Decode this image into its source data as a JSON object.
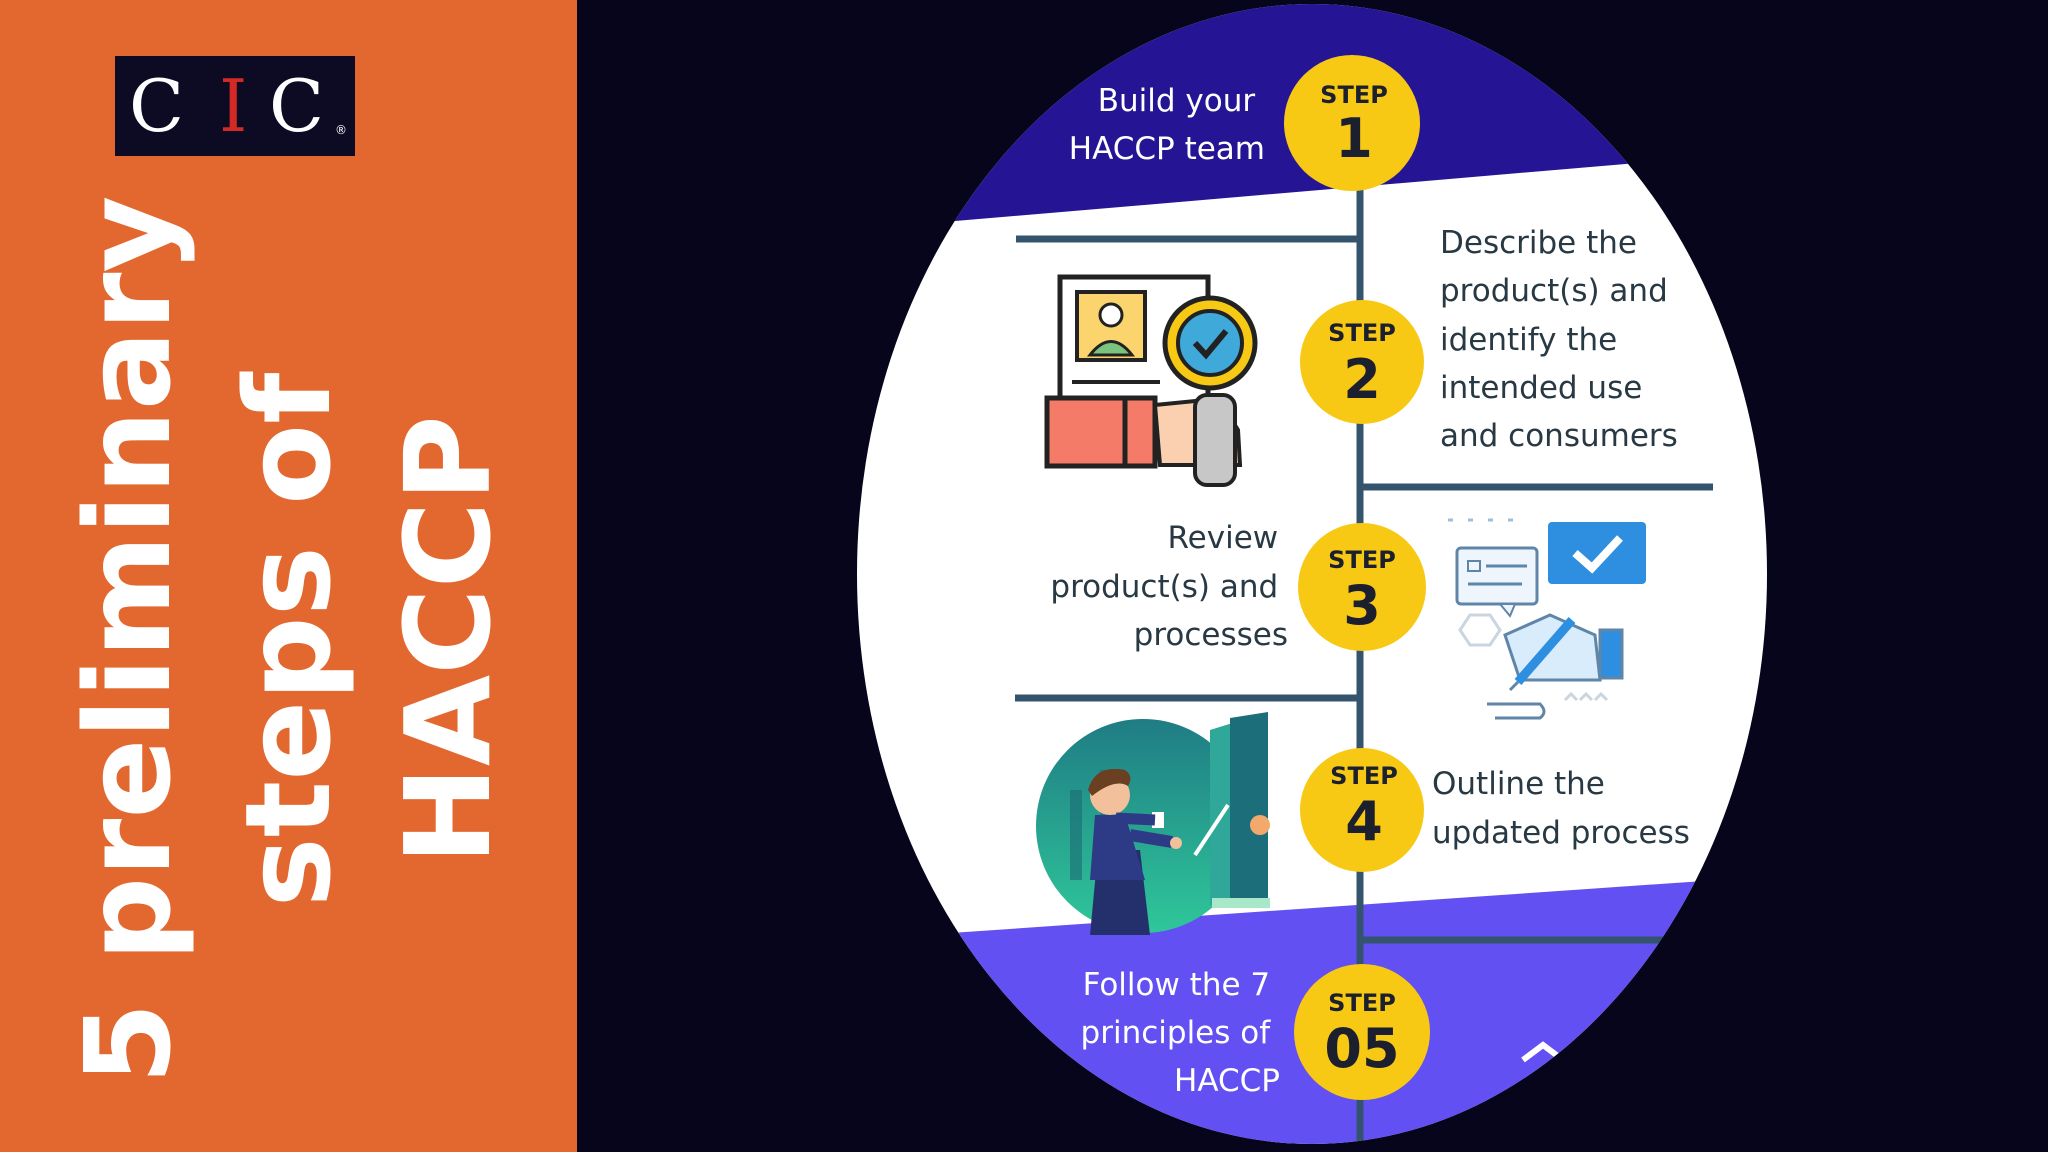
{
  "logo": {
    "letters": [
      "C",
      "I",
      "C"
    ],
    "registered": "®"
  },
  "vertical_title": {
    "lines": [
      "5 preliminary",
      "steps of",
      "HACCP"
    ]
  },
  "steps": [
    {
      "badge_word": "STEP",
      "number": "1",
      "text": [
        "Build your",
        "HACCP team"
      ]
    },
    {
      "badge_word": "STEP",
      "number": "2",
      "text": [
        "Describe the",
        "product(s) and",
        "identify the",
        "intended use",
        "and consumers"
      ]
    },
    {
      "badge_word": "STEP",
      "number": "3",
      "text": [
        "Review",
        "product(s) and",
        "processes"
      ]
    },
    {
      "badge_word": "STEP",
      "number": "4",
      "text": [
        "Outline the",
        "updated process"
      ]
    },
    {
      "badge_word": "STEP",
      "number": "05",
      "text": [
        "Follow the 7",
        "principles of",
        "HACCP"
      ]
    }
  ],
  "colors": {
    "left_panel": "#e2682f",
    "background": "#07051c",
    "badge": "#f7c914",
    "top_band": "#251595",
    "bottom_band": "#6250f2",
    "timeline": "#34536d",
    "text_dark": "#283944",
    "white": "#ffffff"
  },
  "icons": [
    "document-magnifier-icon",
    "checklist-hand-icon",
    "presenter-illustration-icon",
    "chevron-up-icon"
  ]
}
